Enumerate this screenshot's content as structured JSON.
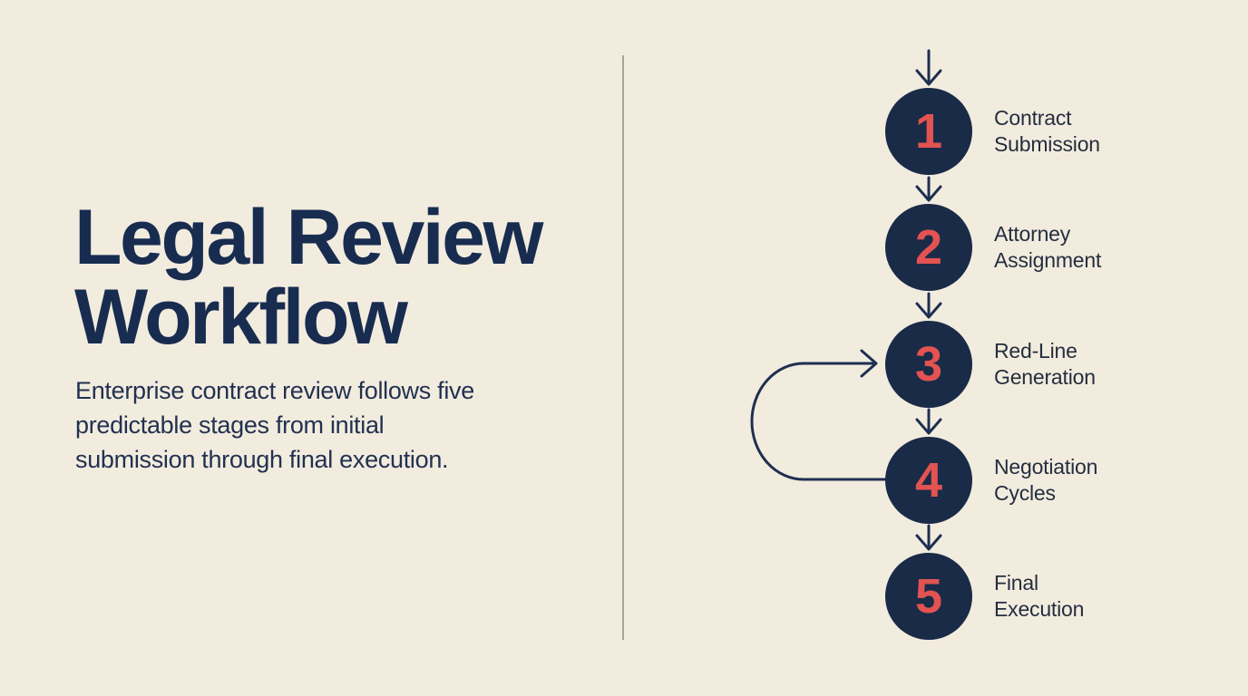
{
  "page": {
    "background_color": "#f2ecdf",
    "divider_color": "#a9a296"
  },
  "intro": {
    "title": "Legal Review\nWorkflow",
    "title_color": "#182c50",
    "description": "Enterprise contract review follows five\npredictable stages from initial\nsubmission through final execution.",
    "description_color": "#223150"
  },
  "flowchart": {
    "node_color": "#1a2b47",
    "number_color": "#e25351",
    "arrow_color": "#1e3050",
    "label_color": "#242e3e",
    "loop_back": {
      "from_step": "4",
      "to_step": "3"
    },
    "steps": [
      {
        "number": "1",
        "label": "Contract\nSubmission"
      },
      {
        "number": "2",
        "label": "Attorney\nAssignment"
      },
      {
        "number": "3",
        "label": "Red-Line\nGeneration"
      },
      {
        "number": "4",
        "label": "Negotiation\nCycles"
      },
      {
        "number": "5",
        "label": "Final\nExecution"
      }
    ]
  }
}
